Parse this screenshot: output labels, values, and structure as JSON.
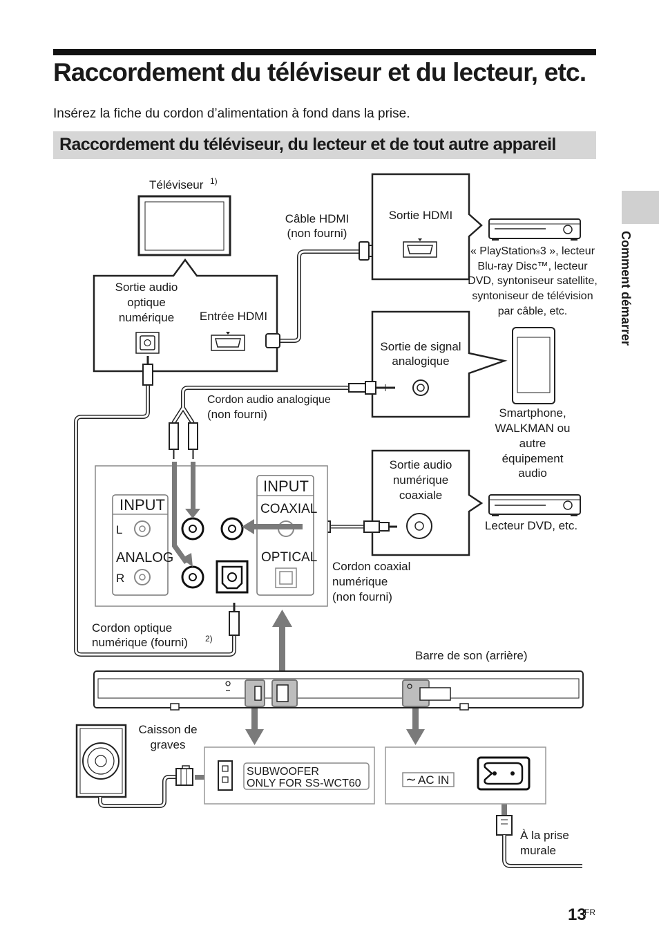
{
  "page": {
    "title": "Raccordement du téléviseur et du lecteur, etc.",
    "intro": "Insérez la fiche du cordon d’alimentation à fond dans la prise.",
    "section_title": "Raccordement du téléviseur, du lecteur et de tout autre appareil",
    "side_tab_label": "Comment démarrer",
    "page_number": "13",
    "page_suffix": "FR"
  },
  "diagram": {
    "tv_label": "Téléviseur",
    "tv_note": "1)",
    "tv_optical_out": [
      "Sortie audio",
      "optique",
      "numérique"
    ],
    "tv_hdmi_in": "Entrée HDMI",
    "hdmi_cable": [
      "Câble HDMI",
      "(non fourni)"
    ],
    "hdmi_out": "Sortie HDMI",
    "player_caption": [
      "« PlayStation",
      "3 », lecteur",
      "Blu-ray Disc™, lecteur",
      "DVD, syntoniseur satellite,",
      "syntoniseur de télévision",
      "par câble, etc."
    ],
    "player_caption_reg": "®",
    "analog_out": [
      "Sortie de signal",
      "analogique"
    ],
    "smartphone_caption": [
      "Smartphone,",
      "WALKMAN ou",
      "autre",
      "équipement",
      "audio"
    ],
    "analog_cord": [
      "Cordon audio analogique",
      "(non fourni)"
    ],
    "coax_out": [
      "Sortie audio",
      "numérique",
      "coaxiale"
    ],
    "dvd_caption": "Lecteur DVD, etc.",
    "coax_cord": [
      "Cordon coaxial",
      "numérique",
      "(non fourni)"
    ],
    "optical_cord": [
      "Cordon optique",
      "numérique (fourni)"
    ],
    "optical_cord_note": "2)",
    "panel_input_left": "INPUT",
    "panel_l": "L",
    "panel_analog": "ANALOG",
    "panel_r": "R",
    "panel_input_right": "INPUT",
    "panel_coaxial": "COAXIAL",
    "panel_optical": "OPTICAL",
    "soundbar_caption": "Barre de son (arrière)",
    "subwoofer_caption": [
      "Caisson de",
      "graves"
    ],
    "subwoofer_panel": [
      "SUBWOOFER",
      "ONLY FOR SS-WCT60"
    ],
    "ac_in": "AC IN",
    "ac_in_symbol": "∼",
    "wall_outlet": [
      "À la prise",
      "murale"
    ]
  }
}
